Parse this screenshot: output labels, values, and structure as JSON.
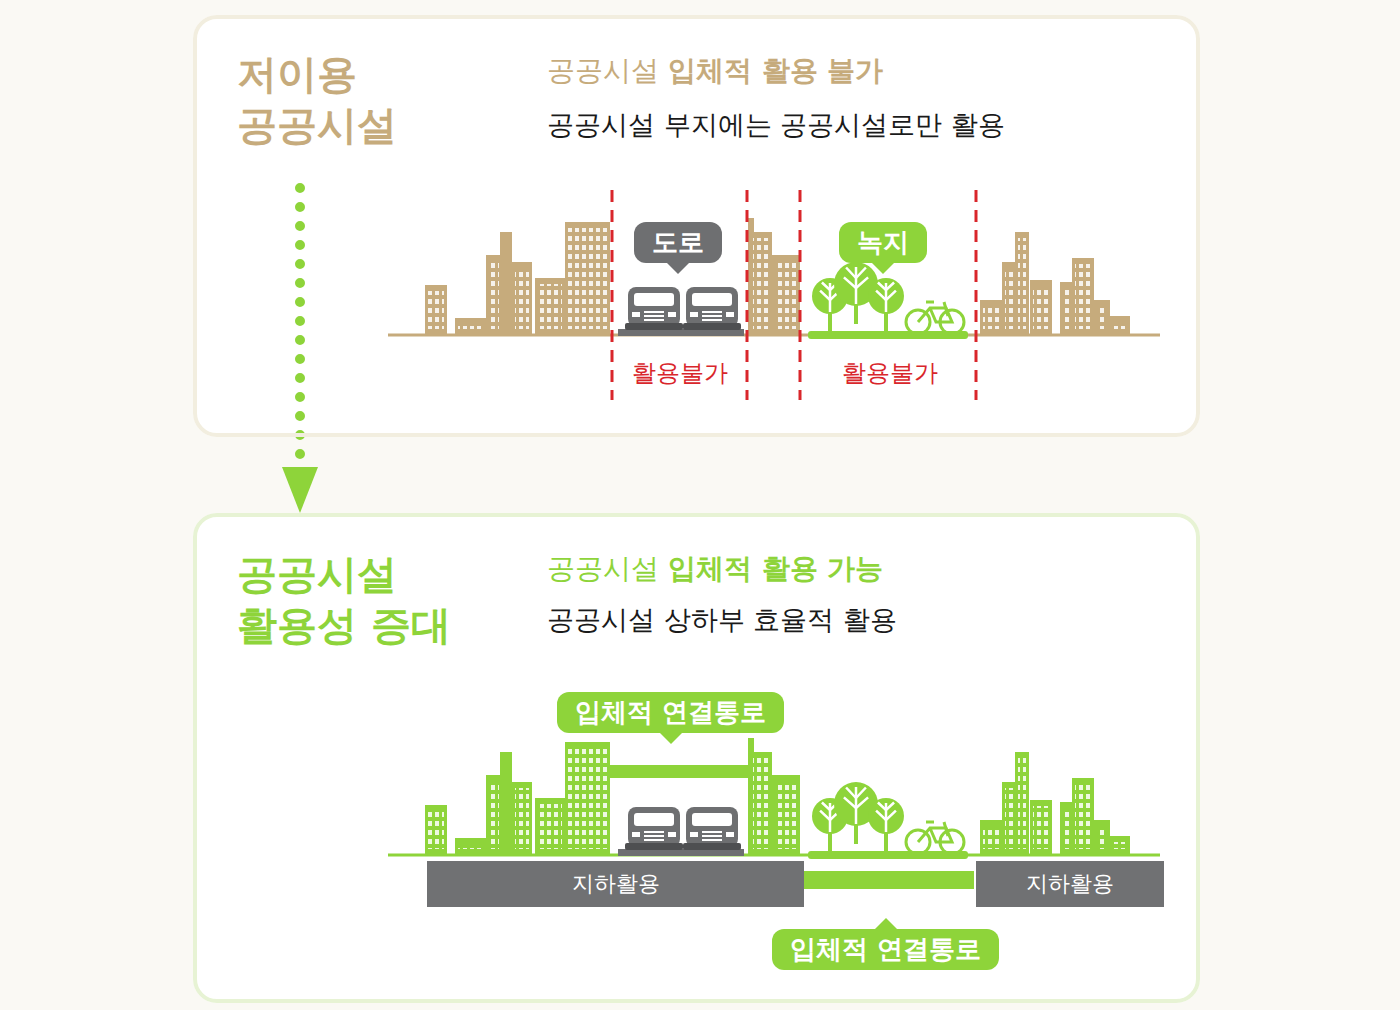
{
  "diagram": {
    "nodes": [
      {
        "text": [
          "저이용 공공시설",
          "공공시설 입체적 활용 불가",
          "공공시설 부지에는 공공시설로만 활용"
        ]
      },
      {
        "text": [
          "도로"
        ],
        "in": 0
      },
      {
        "text": [
          "녹지"
        ],
        "in": 0
      },
      {
        "text": [
          "공공시설 활용성 증대",
          "공공시설 입체적 활용 가능",
          "공공시설 상하부 효율적 활용"
        ]
      },
      {
        "text": [
          "입체적 연결통로"
        ],
        "in": 3
      },
      {
        "text": [
          "지하활용"
        ],
        "in": 3
      },
      {
        "text": [
          "입체적 연결통로"
        ],
        "in": 3
      },
      {
        "text": [
          "지하활용"
        ],
        "in": 3
      }
    ],
    "edges": [
      {
        "from": 0,
        "to": 3,
        "arrow": "to"
      }
    ],
    "labels": [
      "활용불가",
      "활용불가"
    ]
  }
}
